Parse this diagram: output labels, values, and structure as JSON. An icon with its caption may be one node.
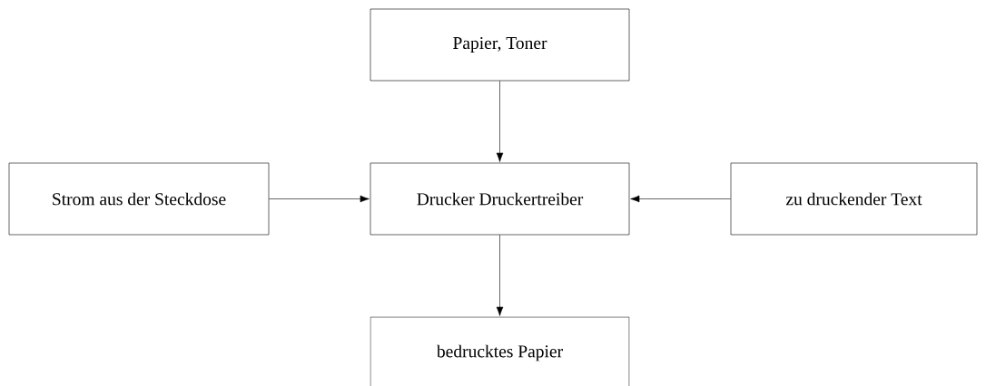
{
  "diagram": {
    "nodes": [
      {
        "text": [
          "Papier, Toner"
        ]
      },
      {
        "text": [
          "Drucker Druckertreiber"
        ]
      },
      {
        "text": [
          "Strom aus der Steckdose"
        ]
      },
      {
        "text": [
          "zu druckender Text"
        ]
      },
      {
        "text": [
          "bedrucktes Papier"
        ]
      }
    ],
    "edges": [
      {
        "from": 0,
        "to": 1,
        "arrow": "to"
      },
      {
        "from": 2,
        "to": 1,
        "arrow": "to"
      },
      {
        "from": 3,
        "to": 1,
        "arrow": "to"
      },
      {
        "from": 1,
        "to": 4,
        "arrow": "to"
      }
    ]
  }
}
